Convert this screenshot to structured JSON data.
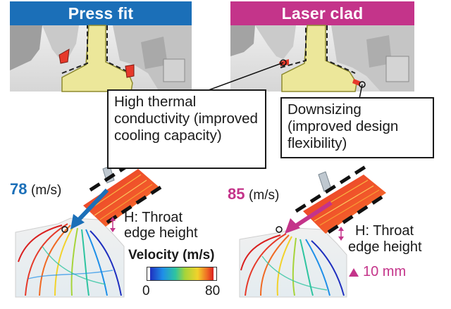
{
  "colors": {
    "left_header": "#1b6fb8",
    "right_header": "#c4348a",
    "left_velocity": "#1b6fb8",
    "right_velocity": "#c4348a",
    "seat_insert": "#e6392b",
    "valve": "#ece79a",
    "cad_gray": "#b7b7b7"
  },
  "headers": {
    "left": "Press fit",
    "right": "Laser clad"
  },
  "callouts": {
    "thermal": "High thermal conductivity (improved cooling capacity)",
    "downsizing": "Downsizing (improved design flexibility)"
  },
  "left_sim": {
    "velocity_value": "78",
    "velocity_unit": "(m/s)",
    "throat_label_1": "H: Throat",
    "throat_label_2": "edge height"
  },
  "right_sim": {
    "velocity_value": "85",
    "velocity_unit": "(m/s)",
    "throat_label_1": "H: Throat",
    "throat_label_2": "edge height",
    "dimension": "10 mm"
  },
  "colorbar": {
    "title": "Velocity (m/s)",
    "min": "0",
    "max": "80"
  }
}
